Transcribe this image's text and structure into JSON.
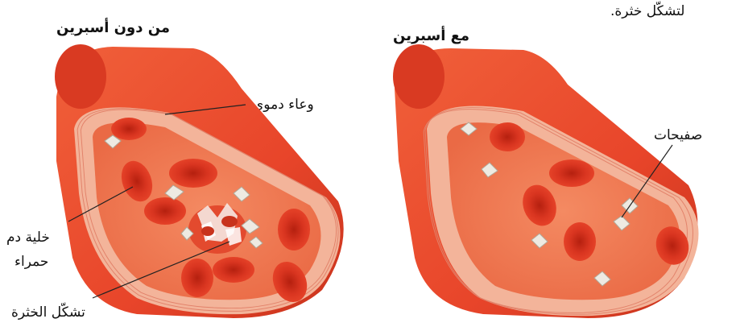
{
  "top_caption": "لتشكّل خثرة.",
  "left_panel": {
    "title": "من دون أسبرين",
    "labels": {
      "vessel": "وعاء دموي",
      "red_cell_line1": "خلية دم",
      "red_cell_line2": "حمراء",
      "clot": "تشكّل الخثرة"
    }
  },
  "right_panel": {
    "title": "مع أسبرين",
    "labels": {
      "platelets": "صفيحات"
    }
  },
  "colors": {
    "vessel_outer": "#e8452a",
    "vessel_dark": "#c8331c",
    "lumen": "#f07a55",
    "red_cell": "#d9301c",
    "platelet": "#eeeae2",
    "wall_stripe": "#f3b49a"
  }
}
